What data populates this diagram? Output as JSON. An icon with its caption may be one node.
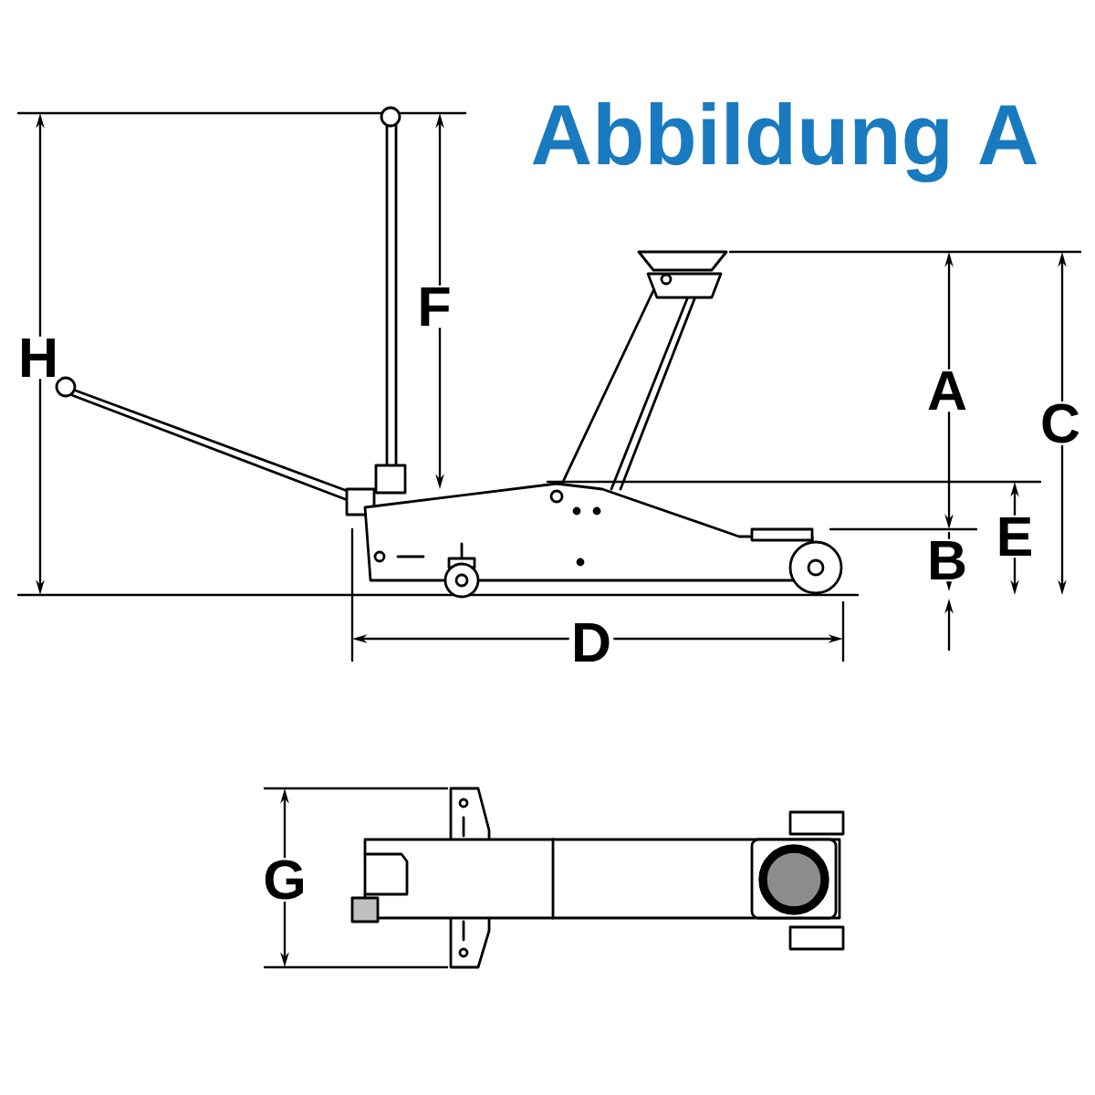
{
  "diagram": {
    "title": "Abbildung A",
    "labels": [
      "H",
      "F",
      "A",
      "C",
      "E",
      "B",
      "D",
      "G"
    ]
  }
}
